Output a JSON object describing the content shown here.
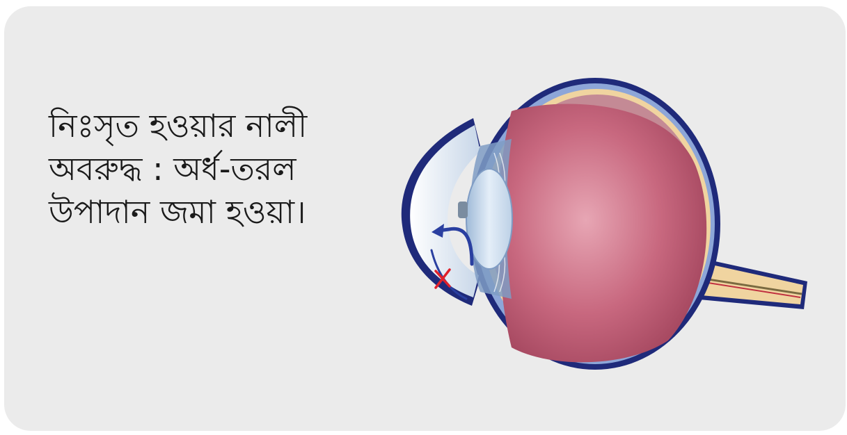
{
  "caption": {
    "line1": "নিঃসৃত হওয়ার নালী",
    "line2": "অবরুদ্ধ : অর্ধ-তরল",
    "line3": "উপাদান জমা হওয়া।"
  },
  "colors": {
    "background": "#ebebeb",
    "sclera_outline": "#1f2a7a",
    "choroid": "#c4a0a8",
    "retina": "#f0d4a0",
    "vitreous": "#c25a72",
    "lens": "#cfe0f0",
    "flow_arrow": "#2a3fa0",
    "blockage_mark": "#e0202a"
  },
  "icons": {
    "blockage": "cross-mark",
    "flow": "curved-arrow"
  }
}
